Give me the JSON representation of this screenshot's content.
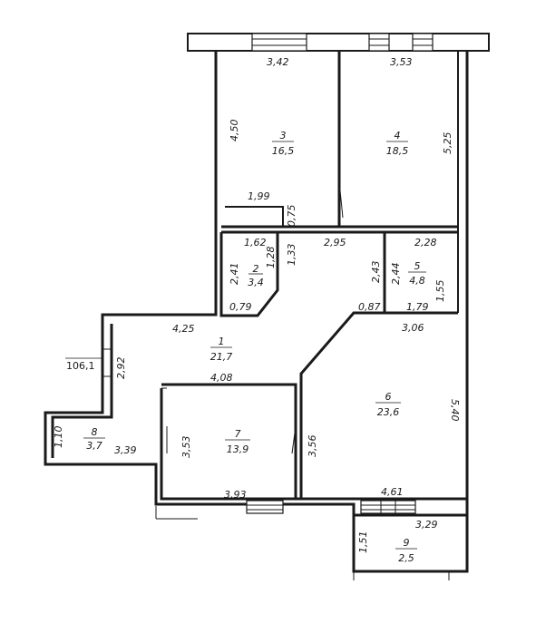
{
  "total": {
    "marker": "",
    "area": "106,1"
  },
  "rooms": [
    {
      "id": "room-1",
      "number": "1",
      "area": "21,7"
    },
    {
      "id": "room-2",
      "number": "2",
      "area": "3,4"
    },
    {
      "id": "room-3",
      "number": "3",
      "area": "16,5"
    },
    {
      "id": "room-4",
      "number": "4",
      "area": "18,5"
    },
    {
      "id": "room-5",
      "number": "5",
      "area": "4,8"
    },
    {
      "id": "room-6",
      "number": "6",
      "area": "23,6"
    },
    {
      "id": "room-7",
      "number": "7",
      "area": "13,9"
    },
    {
      "id": "room-8",
      "number": "8",
      "area": "3,7"
    },
    {
      "id": "room-9",
      "number": "9",
      "area": "2,5"
    }
  ],
  "dimensions": {
    "d_3_42": "3,42",
    "d_3_53": "3,53",
    "d_4_50": "4,50",
    "d_5_25": "5,25",
    "d_1_99": "1,99",
    "d_0_75": "0,75",
    "d_1_62": "1,62",
    "d_1_28": "1,28",
    "d_1_33": "1,33",
    "d_2_95": "2,95",
    "d_2_28": "2,28",
    "d_2_41": "2,41",
    "d_2_43": "2,43",
    "d_2_44": "2,44",
    "d_1_55": "1,55",
    "d_0_79": "0,79",
    "d_0_87": "0,87",
    "d_1_79": "1,79",
    "d_4_25": "4,25",
    "d_3_06": "3,06",
    "d_2_92": "2,92",
    "d_4_08": "4,08",
    "d_5_40": "5,40",
    "d_1_10": "1,10",
    "d_3_39": "3,39",
    "d_3_53b": "3,53",
    "d_3_56": "3,56",
    "d_3_93": "3,93",
    "d_4_61": "4,61",
    "d_3_29": "3,29",
    "d_1_51": "1,51"
  }
}
